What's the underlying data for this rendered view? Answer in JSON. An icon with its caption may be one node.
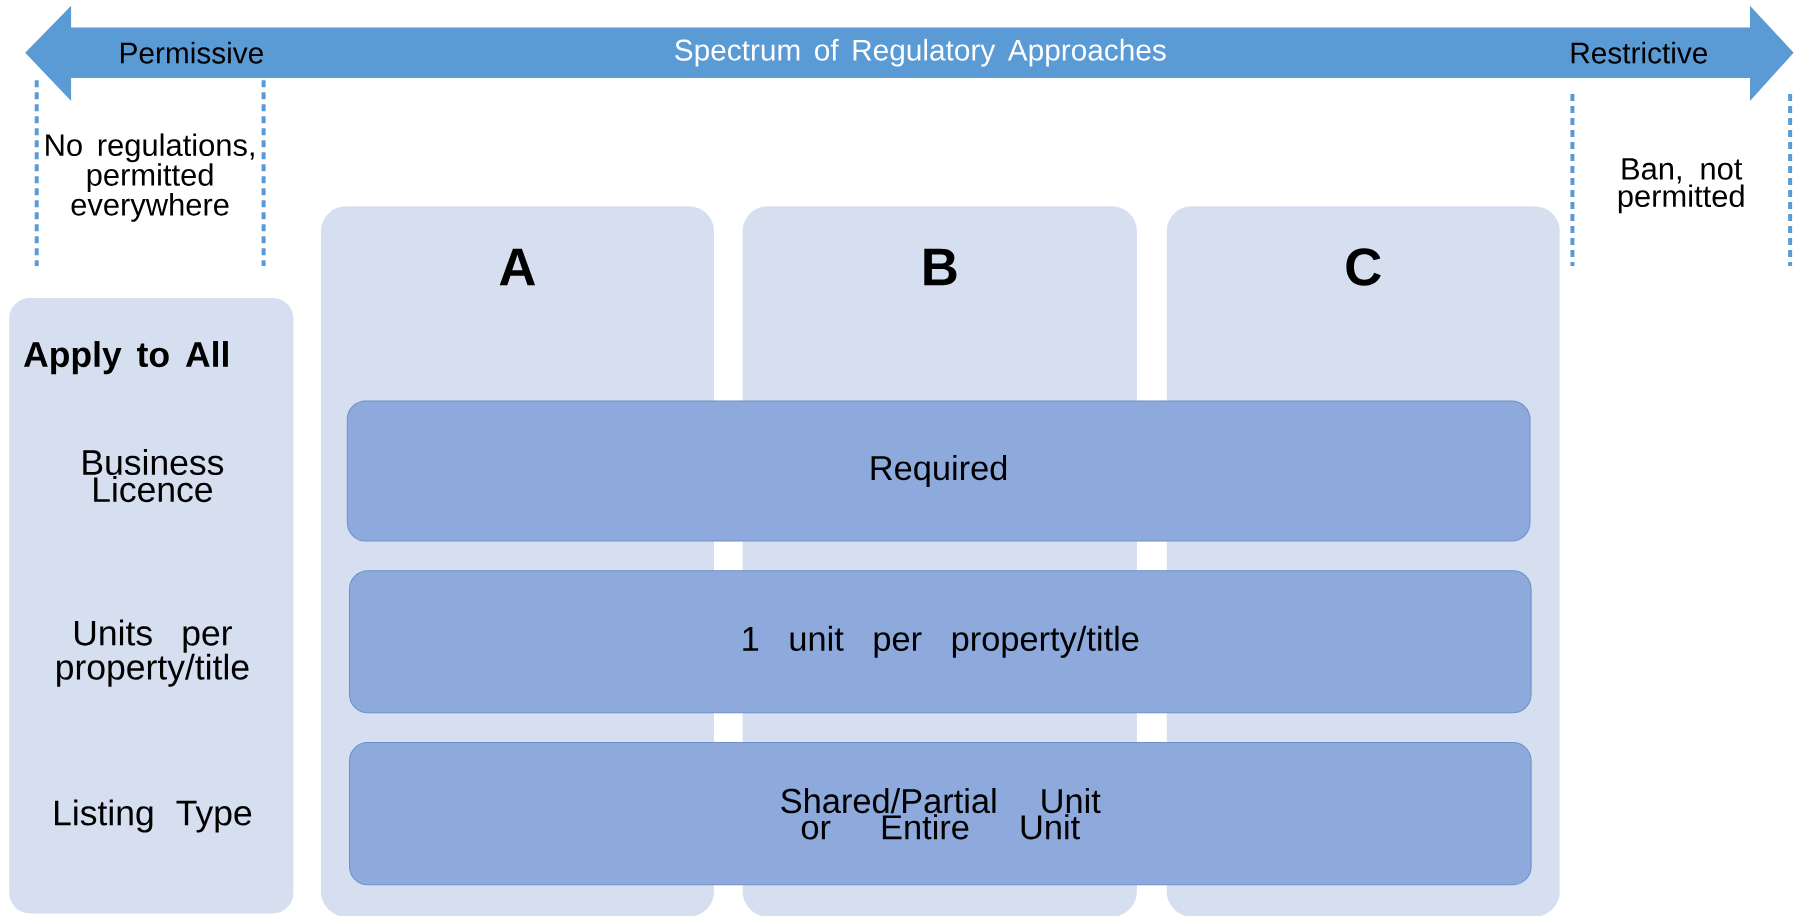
{
  "diagram": {
    "nodes": [
      {
        "text": [
          "Permissive",
          "Spectrum of Regulatory Approaches",
          "Restrictive"
        ]
      },
      {
        "text": [
          "Apply to All",
          "Business Licence",
          "Units per property/title",
          "Listing Type"
        ]
      },
      {
        "text": [
          "A"
        ]
      },
      {
        "text": [
          "B"
        ]
      },
      {
        "text": [
          "C"
        ]
      },
      {
        "text": [
          "Required"
        ]
      },
      {
        "text": [
          "1 unit per property/title"
        ]
      },
      {
        "text": [
          "Shared/Partial Unit or Entire Unit"
        ]
      }
    ],
    "labels": [
      "No regulations, permitted everywhere",
      "Ban, not permitted"
    ]
  }
}
